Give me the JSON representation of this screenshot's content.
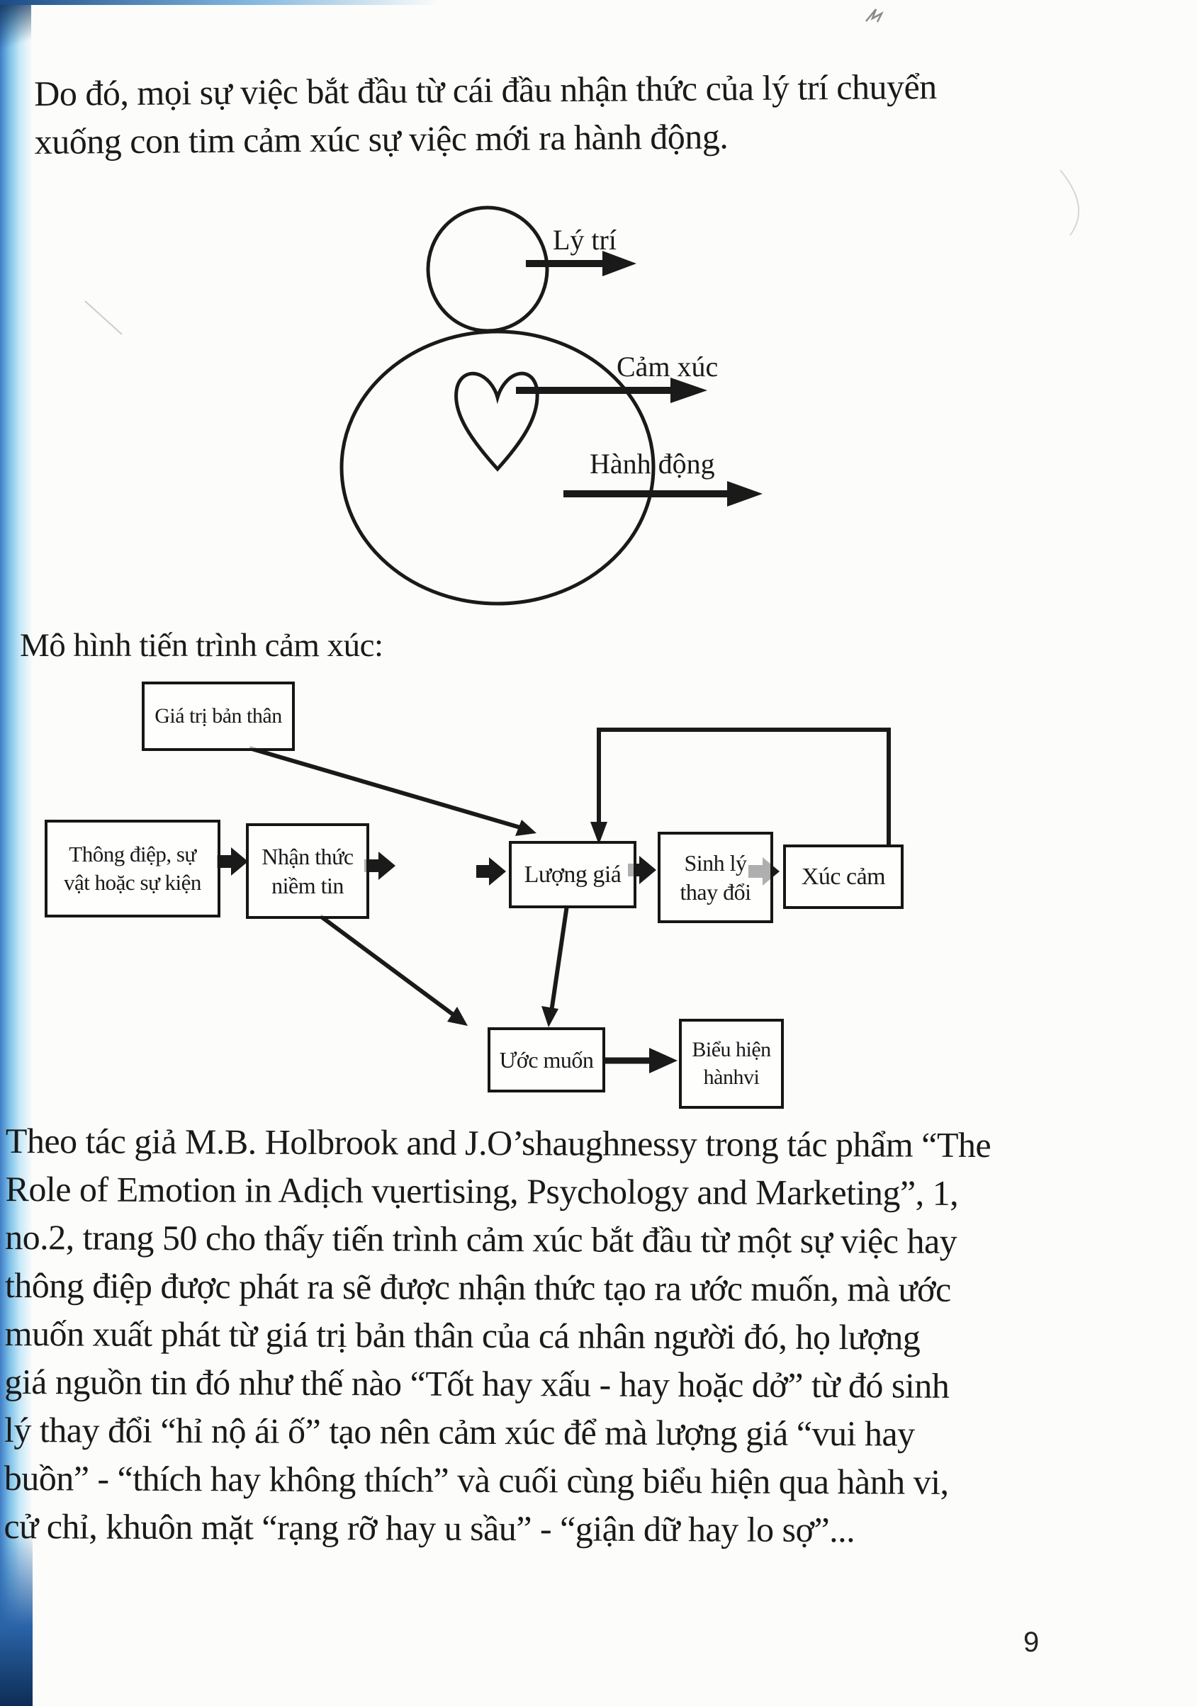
{
  "page": {
    "page_number": "9",
    "background_color": "#fcfcfa",
    "ink_color": "#1a1a1a",
    "scan_edge_color": "#3f7ec6"
  },
  "paragraph_top": {
    "lines": [
      "Do đó, mọi sự việc bắt đầu từ cái đầu nhận thức của lý trí chuyển",
      "xuống con tim cảm xúc sự việc mới ra hành động."
    ]
  },
  "figure": {
    "labels": {
      "reason": "Lý trí",
      "emotion": "Cảm xúc",
      "action": "Hành động"
    }
  },
  "model_heading": "Mô hình tiến trình cảm xúc:",
  "flow": {
    "boxes": {
      "self_value": "Giá trị bản thân",
      "message": [
        "Thông điệp, sự",
        "vật hoặc sự kiện"
      ],
      "perception": [
        "Nhận thức",
        "niềm tin"
      ],
      "appraisal": "Lượng giá",
      "physiology": [
        "Sinh lý",
        "thay đổi"
      ],
      "emotion": "Xúc cảm",
      "desire": "Ước muốn",
      "behavior": [
        "Biểu hiện",
        "hànhvi"
      ]
    }
  },
  "paragraph_bottom": {
    "lines": [
      "Theo tác giả M.B. Holbrook and J.O’shaughnessy trong tác phẩm “The",
      "Role of Emotion in Adịch vụertising, Psychology and Marketing”, 1,",
      "no.2, trang 50 cho thấy tiến trình cảm xúc bắt đầu từ một sự việc hay",
      "thông điệp được phát ra sẽ được nhận thức tạo ra ước muốn, mà ước",
      "muốn xuất phát từ giá trị bản thân của cá nhân người đó, họ lượng",
      "giá nguồn tin đó như thế nào “Tốt hay xấu - hay hoặc dở” từ đó sinh",
      "lý thay đổi “hỉ nộ ái ố” tạo nên cảm xúc để mà lượng giá “vui hay",
      "buồn” - “thích hay không thích” và cuối cùng biểu hiện qua hành vi,",
      "cử chỉ, khuôn mặt “rạng rỡ hay u sầu” - “giận dữ hay lo sợ”..."
    ]
  }
}
